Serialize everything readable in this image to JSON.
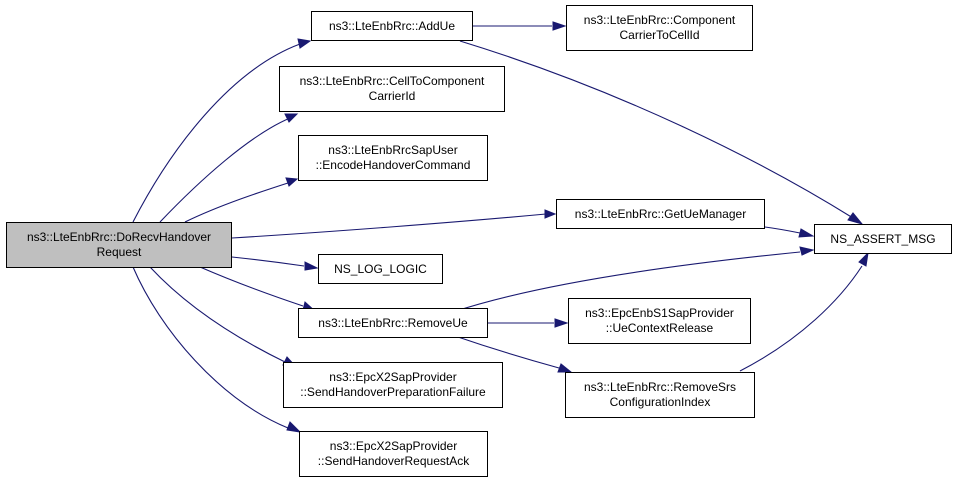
{
  "nodes": {
    "do_recv": {
      "line1": "ns3::LteEnbRrc::DoRecvHandover",
      "line2": "Request"
    },
    "add_ue": {
      "line1": "ns3::LteEnbRrc::AddUe"
    },
    "cc_to_cell": {
      "line1": "ns3::LteEnbRrc::Component",
      "line2": "CarrierToCellId"
    },
    "cell_to_cc": {
      "line1": "ns3::LteEnbRrc::CellToComponent",
      "line2": "CarrierId"
    },
    "encode_ho": {
      "line1": "ns3::LteEnbRrcSapUser",
      "line2": "::EncodeHandoverCommand"
    },
    "get_ue_mgr": {
      "line1": "ns3::LteEnbRrc::GetUeManager"
    },
    "ns_assert": {
      "line1": "NS_ASSERT_MSG"
    },
    "ns_log": {
      "line1": "NS_LOG_LOGIC"
    },
    "remove_ue": {
      "line1": "ns3::LteEnbRrc::RemoveUe"
    },
    "ue_ctx_rel": {
      "line1": "ns3::EpcEnbS1SapProvider",
      "line2": "::UeContextRelease"
    },
    "send_fail": {
      "line1": "ns3::EpcX2SapProvider",
      "line2": "::SendHandoverPreparationFailure"
    },
    "remove_srs": {
      "line1": "ns3::LteEnbRrc::RemoveSrs",
      "line2": "ConfigurationIndex"
    },
    "send_ack": {
      "line1": "ns3::EpcX2SapProvider",
      "line2": "::SendHandoverRequestAck"
    }
  },
  "colors": {
    "edge": "#191970",
    "root_fill": "#bfbfbf",
    "node_fill": "#ffffff",
    "border": "#000000"
  },
  "edges": [
    {
      "from": "do_recv",
      "to": "add_ue"
    },
    {
      "from": "do_recv",
      "to": "cell_to_cc"
    },
    {
      "from": "do_recv",
      "to": "encode_ho"
    },
    {
      "from": "do_recv",
      "to": "get_ue_mgr"
    },
    {
      "from": "do_recv",
      "to": "ns_log"
    },
    {
      "from": "do_recv",
      "to": "remove_ue"
    },
    {
      "from": "do_recv",
      "to": "send_fail"
    },
    {
      "from": "do_recv",
      "to": "send_ack"
    },
    {
      "from": "add_ue",
      "to": "cc_to_cell"
    },
    {
      "from": "add_ue",
      "to": "ns_assert"
    },
    {
      "from": "get_ue_mgr",
      "to": "ns_assert"
    },
    {
      "from": "remove_ue",
      "to": "ns_assert"
    },
    {
      "from": "remove_ue",
      "to": "ue_ctx_rel"
    },
    {
      "from": "remove_ue",
      "to": "remove_srs"
    },
    {
      "from": "remove_srs",
      "to": "ns_assert"
    }
  ]
}
